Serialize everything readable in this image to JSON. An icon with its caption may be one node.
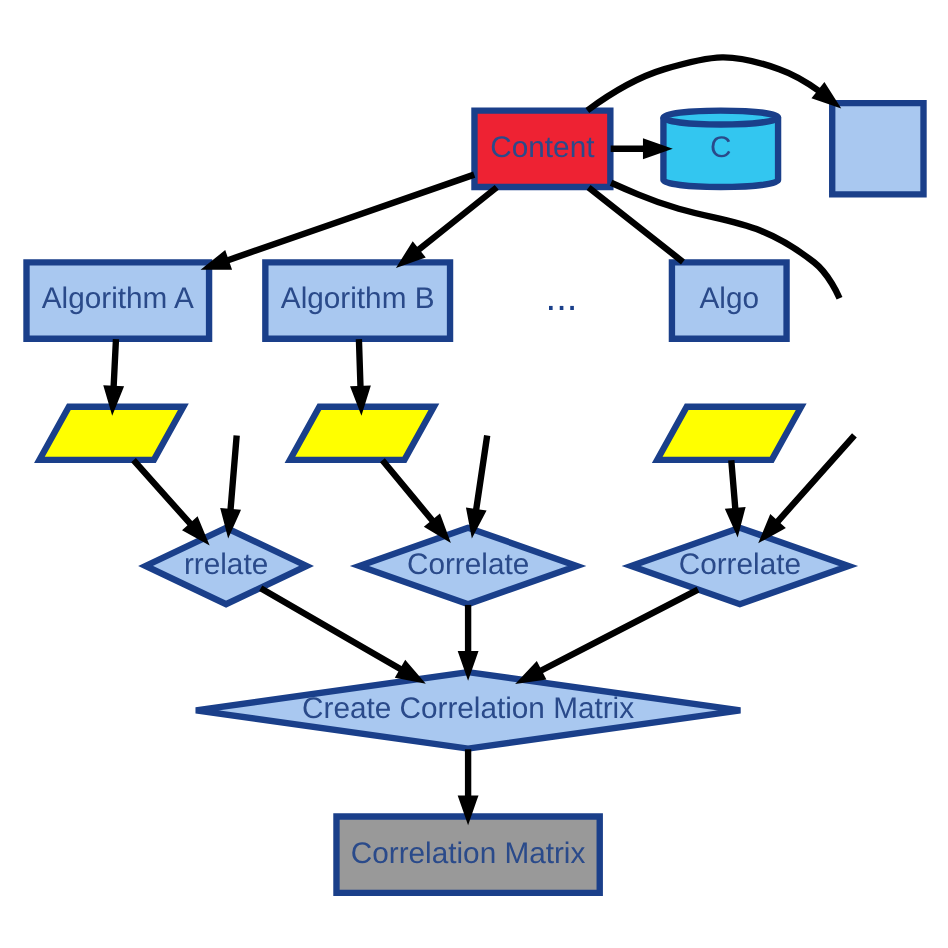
{
  "diagram": {
    "nodes": [
      {
        "text": [],
        "shape": "box"
      },
      {
        "text": [
          "Content"
        ]
      },
      {
        "text": [
          "C"
        ]
      },
      {
        "text": [
          "Algorithm A"
        ]
      },
      {
        "text": [
          "Algorithm B"
        ]
      },
      {
        "text": [
          "Algo"
        ]
      },
      {
        "text": [],
        "shape": "parallelogram"
      },
      {
        "text": [],
        "shape": "parallelogram"
      },
      {
        "text": [],
        "shape": "parallelogram"
      },
      {
        "text": [
          "rrelate"
        ]
      },
      {
        "text": [
          "Correlate"
        ]
      },
      {
        "text": [
          "Correlate"
        ]
      },
      {
        "text": [
          "Create Correlation Matrix"
        ]
      },
      {
        "text": [
          "Correlation Matrix"
        ]
      }
    ],
    "edges": [
      {
        "from": 1,
        "to": 0,
        "arrow": "to"
      },
      {
        "from": 1,
        "to": 2,
        "arrow": "to"
      },
      {
        "from": 1,
        "to": 3,
        "arrow": "to"
      },
      {
        "from": 1,
        "to": 4,
        "arrow": "to"
      },
      {
        "from": 1,
        "to": 5,
        "arrow": "none"
      },
      {
        "from": 1,
        "to": null,
        "arrow": "none"
      },
      {
        "from": 3,
        "to": 6,
        "arrow": "to"
      },
      {
        "from": 4,
        "to": 7,
        "arrow": "to"
      },
      {
        "from": null,
        "to": 9,
        "arrow": "to"
      },
      {
        "from": null,
        "to": 10,
        "arrow": "to"
      },
      {
        "from": null,
        "to": 11,
        "arrow": "to"
      },
      {
        "from": 6,
        "to": 9,
        "arrow": "to"
      },
      {
        "from": 7,
        "to": 10,
        "arrow": "to"
      },
      {
        "from": 8,
        "to": 11,
        "arrow": "to"
      },
      {
        "from": 9,
        "to": 12,
        "arrow": "to"
      },
      {
        "from": 10,
        "to": 12,
        "arrow": "to"
      },
      {
        "from": 11,
        "to": 12,
        "arrow": "to"
      },
      {
        "from": 12,
        "to": 13,
        "arrow": "to"
      }
    ],
    "labels": [
      "..."
    ]
  }
}
